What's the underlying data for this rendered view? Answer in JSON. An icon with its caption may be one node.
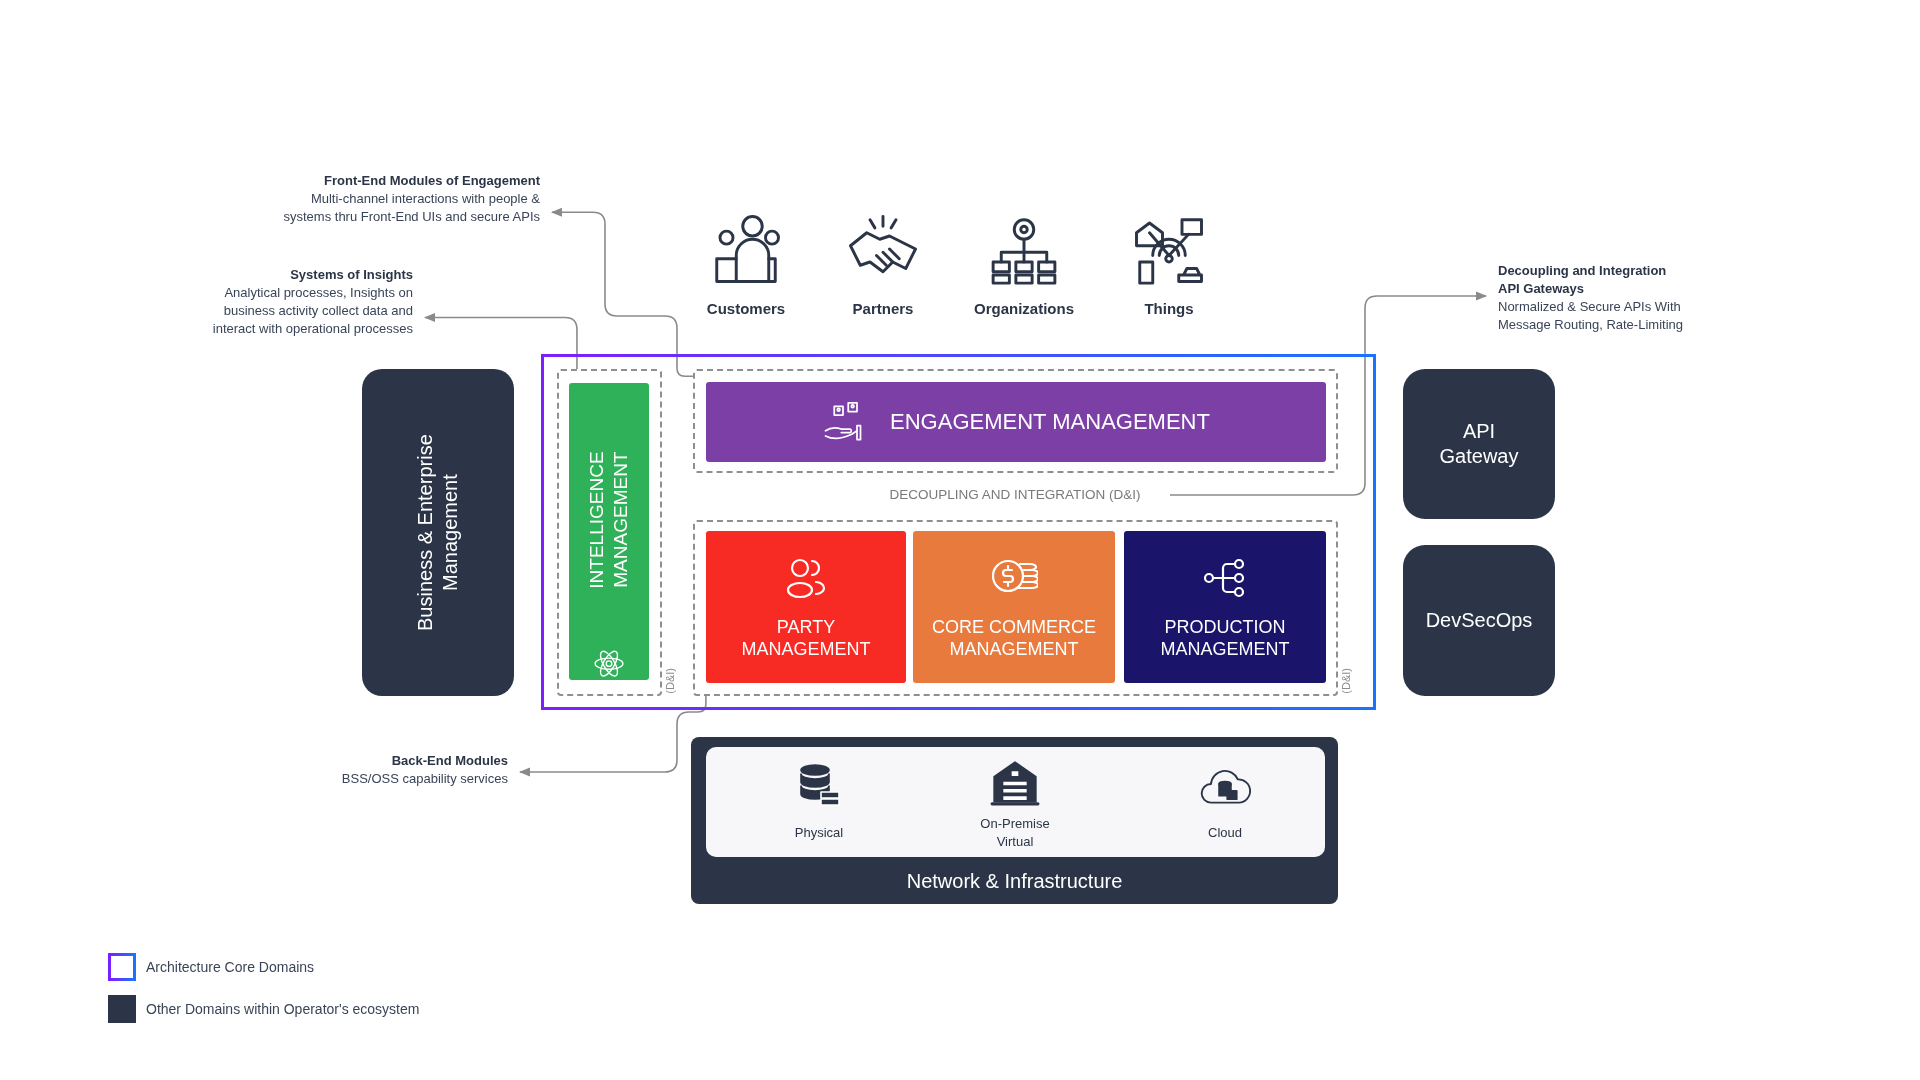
{
  "diagram": {
    "nodes": [
      {
        "text": [
          "Front-End Modules of Engagement",
          "Multi-channel interactions with people & systems thru Front-End UIs and secure APIs"
        ]
      },
      {
        "text": [
          "Systems of Insights",
          "Analytical processes, Insights on business activity collect data and interact with operational processes"
        ]
      },
      {
        "text": [
          "Decoupling and Integration API Gateways",
          "Normalized & Secure APIs With Message Routing, Rate-Limiting"
        ]
      },
      {
        "text": [
          "Business & Enterprise Management"
        ]
      },
      {
        "text": [],
        "shape": "box"
      },
      {
        "text": [
          "(D&I)"
        ],
        "in": 4
      },
      {
        "text": [
          "INTELLIGENCE MANAGEMENT"
        ],
        "in": 5
      },
      {
        "text": [],
        "shape": "box",
        "in": 4
      },
      {
        "text": [
          "ENGAGEMENT MANAGEMENT"
        ],
        "in": 7
      },
      {
        "text": [
          "DECOUPLING AND INTEGRATION (D&I)"
        ],
        "in": 4
      },
      {
        "text": [
          "(D&I)"
        ],
        "in": 4
      },
      {
        "text": [
          "PARTY MANAGEMENT"
        ],
        "in": 10
      },
      {
        "text": [
          "CORE COMMERCE MANAGEMENT"
        ],
        "in": 10
      },
      {
        "text": [
          "PRODUCTION MANAGEMENT"
        ],
        "in": 10
      },
      {
        "text": [
          "API Gateway"
        ]
      },
      {
        "text": [
          "DevSecOps"
        ]
      },
      {
        "text": [
          "Back-End Modules",
          "BSS/OSS capability services"
        ]
      },
      {
        "text": [
          "Network & Infrastructure"
        ]
      },
      {
        "text": [],
        "shape": "box",
        "in": 17
      }
    ],
    "edges": [
      {
        "from": 7,
        "to": 0,
        "arrow": "to"
      },
      {
        "from": 5,
        "to": 1,
        "arrow": "to"
      },
      {
        "from": 9,
        "to": 2,
        "arrow": "to"
      },
      {
        "from": 10,
        "to": 16,
        "arrow": "to"
      }
    ],
    "labels": [
      "Customers",
      "Partners",
      "Organizations",
      "Things",
      "Physical",
      "On-Premise Virtual",
      "Cloud"
    ],
    "legend": [
      {
        "text": "Architecture Core Domains"
      },
      {
        "text": "Other Domains within Operator's ecosystem",
        "color": "#2b3547"
      }
    ]
  }
}
